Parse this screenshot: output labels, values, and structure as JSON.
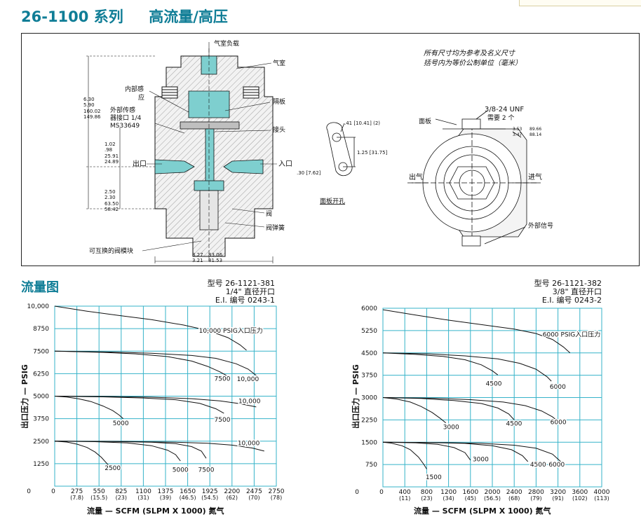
{
  "header": {
    "series": "26-1100 系列",
    "subtitle": "高流量/高压"
  },
  "drawing": {
    "note_line1": "所有尺寸均为参考及名义尺寸",
    "note_line2": "括号内为等价公制单位（毫米）",
    "labels": {
      "chamber_load": "气室负载",
      "chamber": "气室",
      "diaphragm": "隔板",
      "internal_sense_1": "内部感",
      "internal_sense_2": "应",
      "external_sense_1": "外部传感",
      "external_sense_2": "器接口 1/4",
      "external_sense_3": "MS33649",
      "fitting": "接头",
      "outlet": "出口",
      "inlet": "入口",
      "valve": "阀",
      "valve_spring": "阀弹簧",
      "cartridge": "可互换的阀模块",
      "panel_hole": "面板开孔",
      "panel": "面板",
      "thread": "3/8-24 UNF",
      "thread_qty": "需要 2 个",
      "exhaust": "出气",
      "intake": "进气",
      "ext_signal": "外部信号"
    },
    "dims": {
      "h_total_a": "6.30",
      "h_total_b": "5.90",
      "h_total_c": "160.02",
      "h_total_d": "149.86",
      "h_mid_a": "1.02",
      "h_mid_b": ".98",
      "h_mid_c": "25.91",
      "h_mid_d": "24.89",
      "h_low_a": "2.50",
      "h_low_b": "2.30",
      "h_low_c": "63.50",
      "h_low_d": "58.42",
      "w_a": "3.27",
      "w_b": "3.21",
      "w_c": "83.06",
      "w_d": "81.53",
      "hole": ".41 [10.41] (2)",
      "spacing": "1.25 [31.75]",
      "offset": ".30 [7.62]",
      "dia_a": "3.53",
      "dia_b": "3.47",
      "dia_c": "89.66",
      "dia_d": "88.14"
    }
  },
  "flow": {
    "title": "流量图",
    "chart1_model": [
      "型号 26-1121-381",
      "1/4\" 直径开口",
      "E.I. 编号 0243-1"
    ],
    "chart2_model": [
      "型号 26-1121-382",
      "3/8\" 直径开口",
      "E.I. 编号 0243-2"
    ],
    "ylabel": "出口压力 — PSIG",
    "xlabel": "流量 — SCFM (SLPM X 1000) 氮气"
  },
  "colors": {
    "accent": "#0f7d96",
    "grid": "#36b3c9",
    "section_fill": "#7ecfcf"
  },
  "chart_data": [
    {
      "type": "line",
      "xlim": [
        0,
        2750
      ],
      "ylim": [
        0,
        10000
      ],
      "xticks": [
        [
          "275",
          "(7.8)"
        ],
        [
          "550",
          "(15.5)"
        ],
        [
          "825",
          "(23)"
        ],
        [
          "1100",
          "(31)"
        ],
        [
          "1375",
          "(39)"
        ],
        [
          "1650",
          "(46.5)"
        ],
        [
          "1925",
          "(54.5)"
        ],
        [
          "2200",
          "(62)"
        ],
        [
          "2475",
          "(70)"
        ],
        [
          "2750",
          "(78)"
        ]
      ],
      "yticks": [
        "10,000",
        "8750",
        "7500",
        "6250",
        "5000",
        "3750",
        "2500",
        "1250",
        "0"
      ],
      "yvals": [
        10000,
        8750,
        7500,
        6250,
        5000,
        3750,
        2500,
        1250,
        0
      ],
      "series": [
        {
          "name": "10,000 PSIG入口压力",
          "points": [
            [
              0,
              10000
            ],
            [
              400,
              9720
            ],
            [
              800,
              9480
            ],
            [
              1200,
              9250
            ],
            [
              1600,
              8950
            ],
            [
              1900,
              8650
            ],
            [
              2150,
              8250
            ],
            [
              2300,
              7850
            ],
            [
              2380,
              7550
            ]
          ],
          "label_at": [
            1790,
            8530
          ]
        },
        {
          "name": "7500",
          "points": [
            [
              0,
              7500
            ],
            [
              600,
              7430
            ],
            [
              1000,
              7350
            ],
            [
              1400,
              7200
            ],
            [
              1700,
              6950
            ],
            [
              1900,
              6650
            ],
            [
              2050,
              6350
            ],
            [
              2130,
              6150
            ]
          ],
          "label_at": [
            1980,
            5850
          ]
        },
        {
          "name": "10,000",
          "points": [
            [
              0,
              7500
            ],
            [
              700,
              7450
            ],
            [
              1200,
              7380
            ],
            [
              1700,
              7260
            ],
            [
              2000,
              7100
            ],
            [
              2250,
              6800
            ],
            [
              2400,
              6500
            ],
            [
              2500,
              6150
            ]
          ],
          "label_at": [
            2260,
            5840
          ]
        },
        {
          "name": "5000",
          "points": [
            [
              0,
              5000
            ],
            [
              150,
              4950
            ],
            [
              300,
              4850
            ],
            [
              450,
              4700
            ],
            [
              600,
              4450
            ],
            [
              720,
              4200
            ],
            [
              800,
              3950
            ],
            [
              850,
              3750
            ]
          ],
          "label_at": [
            720,
            3380
          ]
        },
        {
          "name": "7500",
          "points": [
            [
              0,
              5000
            ],
            [
              600,
              4960
            ],
            [
              1100,
              4900
            ],
            [
              1500,
              4800
            ],
            [
              1800,
              4600
            ],
            [
              2000,
              4300
            ],
            [
              2100,
              4050
            ]
          ],
          "label_at": [
            1980,
            3580
          ]
        },
        {
          "name": "10,000",
          "points": [
            [
              0,
              5000
            ],
            [
              700,
              4980
            ],
            [
              1200,
              4940
            ],
            [
              1700,
              4860
            ],
            [
              2050,
              4740
            ],
            [
              2300,
              4580
            ],
            [
              2500,
              4400
            ]
          ],
          "label_at": [
            2280,
            4620
          ]
        },
        {
          "name": "2500",
          "points": [
            [
              0,
              2500
            ],
            [
              150,
              2450
            ],
            [
              280,
              2330
            ],
            [
              400,
              2150
            ],
            [
              500,
              1900
            ],
            [
              580,
              1600
            ],
            [
              650,
              1250
            ],
            [
              700,
              1000
            ]
          ],
          "label_at": [
            620,
            900
          ]
        },
        {
          "name": "5000",
          "points": [
            [
              0,
              2500
            ],
            [
              500,
              2470
            ],
            [
              900,
              2400
            ],
            [
              1200,
              2250
            ],
            [
              1400,
              2000
            ],
            [
              1500,
              1750
            ],
            [
              1560,
              1400
            ]
          ],
          "label_at": [
            1460,
            800
          ]
        },
        {
          "name": "7500",
          "points": [
            [
              0,
              2500
            ],
            [
              700,
              2480
            ],
            [
              1200,
              2440
            ],
            [
              1500,
              2360
            ],
            [
              1700,
              2200
            ],
            [
              1820,
              1950
            ],
            [
              1880,
              1550
            ]
          ],
          "label_at": [
            1780,
            800
          ]
        },
        {
          "name": "10,000",
          "points": [
            [
              0,
              2500
            ],
            [
              900,
              2480
            ],
            [
              1500,
              2440
            ],
            [
              1900,
              2380
            ],
            [
              2200,
              2280
            ],
            [
              2450,
              2120
            ],
            [
              2600,
              1950
            ]
          ],
          "label_at": [
            2270,
            2270
          ]
        }
      ]
    },
    {
      "type": "line",
      "xlim": [
        0,
        4000
      ],
      "ylim": [
        0,
        6000
      ],
      "xticks": [
        [
          "400",
          "(11)"
        ],
        [
          "800",
          "(23)"
        ],
        [
          "1200",
          "(34)"
        ],
        [
          "1600",
          "(45)"
        ],
        [
          "2000",
          "(56.5)"
        ],
        [
          "2400",
          "(68)"
        ],
        [
          "2800",
          "(79)"
        ],
        [
          "3200",
          "(91)"
        ],
        [
          "3600",
          "(102)"
        ],
        [
          "4000",
          "(113)"
        ]
      ],
      "yticks": [
        "6000",
        "5250",
        "4500",
        "3750",
        "3000",
        "2250",
        "1500",
        "750",
        "0"
      ],
      "yvals": [
        6000,
        5250,
        4500,
        3750,
        3000,
        2250,
        1500,
        750,
        0
      ],
      "series": [
        {
          "name": "6000 PSIG入口压力",
          "points": [
            [
              0,
              5950
            ],
            [
              600,
              5770
            ],
            [
              1200,
              5600
            ],
            [
              1800,
              5450
            ],
            [
              2400,
              5300
            ],
            [
              2800,
              5150
            ],
            [
              3100,
              4950
            ],
            [
              3300,
              4700
            ],
            [
              3420,
              4500
            ]
          ],
          "label_at": [
            2920,
            5050
          ]
        },
        {
          "name": "4500",
          "points": [
            [
              0,
              4500
            ],
            [
              600,
              4450
            ],
            [
              1100,
              4380
            ],
            [
              1500,
              4270
            ],
            [
              1800,
              4100
            ],
            [
              2000,
              3900
            ],
            [
              2100,
              3760
            ]
          ],
          "label_at": [
            1880,
            3400
          ]
        },
        {
          "name": "6000",
          "points": [
            [
              0,
              4500
            ],
            [
              800,
              4470
            ],
            [
              1500,
              4400
            ],
            [
              2100,
              4300
            ],
            [
              2500,
              4150
            ],
            [
              2800,
              3950
            ],
            [
              3000,
              3700
            ],
            [
              3080,
              3550
            ]
          ],
          "label_at": [
            3050,
            3300
          ]
        },
        {
          "name": "3000",
          "points": [
            [
              0,
              3000
            ],
            [
              250,
              2950
            ],
            [
              500,
              2850
            ],
            [
              700,
              2700
            ],
            [
              900,
              2500
            ],
            [
              1050,
              2300
            ],
            [
              1150,
              2150
            ]
          ],
          "label_at": [
            1100,
            1940
          ]
        },
        {
          "name": "4500",
          "points": [
            [
              0,
              3000
            ],
            [
              700,
              2970
            ],
            [
              1300,
              2900
            ],
            [
              1800,
              2800
            ],
            [
              2100,
              2650
            ],
            [
              2300,
              2450
            ],
            [
              2400,
              2250
            ]
          ],
          "label_at": [
            2250,
            2060
          ]
        },
        {
          "name": "6000",
          "points": [
            [
              0,
              3000
            ],
            [
              900,
              2980
            ],
            [
              1600,
              2930
            ],
            [
              2200,
              2850
            ],
            [
              2600,
              2730
            ],
            [
              2900,
              2550
            ],
            [
              3100,
              2350
            ],
            [
              3200,
              2200
            ]
          ],
          "label_at": [
            3060,
            2110
          ]
        },
        {
          "name": "1500",
          "points": [
            [
              0,
              1500
            ],
            [
              150,
              1470
            ],
            [
              350,
              1380
            ],
            [
              500,
              1250
            ],
            [
              650,
              1000
            ],
            [
              750,
              750
            ],
            [
              800,
              600
            ]
          ],
          "label_at": [
            780,
            260
          ]
        },
        {
          "name": "3000",
          "points": [
            [
              0,
              1500
            ],
            [
              600,
              1480
            ],
            [
              1000,
              1430
            ],
            [
              1300,
              1320
            ],
            [
              1500,
              1150
            ],
            [
              1600,
              900
            ]
          ],
          "label_at": [
            1640,
            860
          ]
        },
        {
          "name": "4500",
          "points": [
            [
              0,
              1500
            ],
            [
              800,
              1490
            ],
            [
              1500,
              1460
            ],
            [
              2000,
              1380
            ],
            [
              2350,
              1250
            ],
            [
              2550,
              1050
            ],
            [
              2650,
              850
            ]
          ],
          "label_at": [
            2690,
            680
          ]
        },
        {
          "name": "6000",
          "points": [
            [
              0,
              1500
            ],
            [
              1000,
              1490
            ],
            [
              1800,
              1460
            ],
            [
              2400,
              1400
            ],
            [
              2800,
              1300
            ],
            [
              3100,
              1100
            ],
            [
              3250,
              850
            ]
          ],
          "label_at": [
            3030,
            680
          ]
        }
      ]
    }
  ]
}
